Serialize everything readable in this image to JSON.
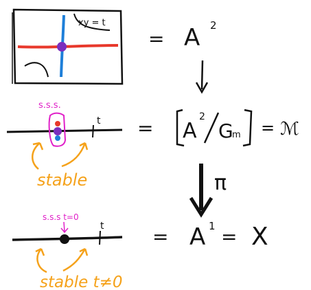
{
  "top_box": {
    "curve_label": "xy = t"
  },
  "rows": [
    {
      "left_label": "",
      "equals": "=",
      "rhs": "A",
      "rhs_sup": "2"
    },
    {
      "left_label": "s.s.s.",
      "point_label": "t",
      "annotation": "stable",
      "equals": "=",
      "rhs_main": "A",
      "rhs_sup": "2",
      "rhs_div": "G",
      "rhs_div_sub": "m",
      "rhs_eq2": "=",
      "rhs_result": "ℳ"
    },
    {
      "left_label": "s.s.s  t=0",
      "point_label": "t",
      "annotation": "stable  t≠0",
      "equals": "=",
      "rhs": "A",
      "rhs_sup": "1",
      "rhs_eq2": "=",
      "rhs_result": "X"
    }
  ],
  "maps": {
    "first": "↓",
    "second_label": "π"
  },
  "colors": {
    "ink": "#111111",
    "red": "#e8382b",
    "blue": "#1e7fd9",
    "purple": "#7b2fbe",
    "magenta": "#e020c8",
    "orange": "#f5a21b"
  }
}
